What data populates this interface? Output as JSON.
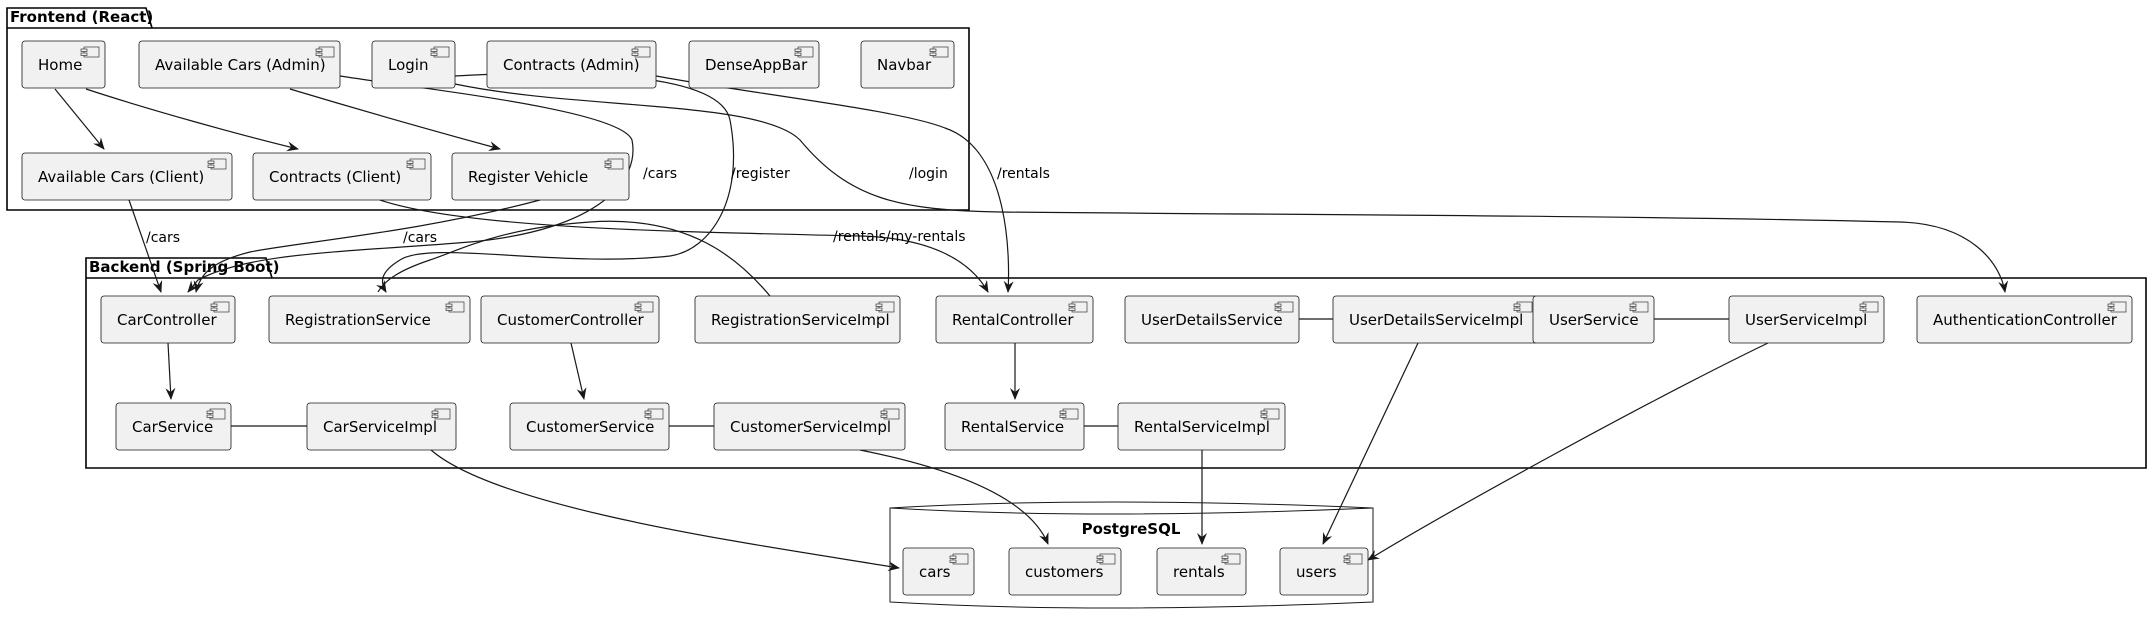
{
  "packages": {
    "frontend": {
      "title": "Frontend (React)"
    },
    "backend": {
      "title": "Backend (Spring Boot)"
    },
    "database": {
      "title": "PostgreSQL"
    }
  },
  "components": {
    "home": "Home",
    "available_cars_admin": "Available Cars (Admin)",
    "login": "Login",
    "contracts_admin": "Contracts (Admin)",
    "dense_app_bar": "DenseAppBar",
    "navbar": "Navbar",
    "available_cars_client": "Available Cars (Client)",
    "contracts_client": "Contracts (Client)",
    "register_vehicle": "Register Vehicle",
    "car_controller": "CarController",
    "registration_service": "RegistrationService",
    "customer_controller": "CustomerController",
    "registration_service_impl": "RegistrationServiceImpl",
    "rental_controller": "RentalController",
    "user_details_service": "UserDetailsService",
    "user_details_service_impl": "UserDetailsServiceImpl",
    "user_service": "UserService",
    "user_service_impl": "UserServiceImpl",
    "authentication_controller": "AuthenticationController",
    "car_service": "CarService",
    "car_service_impl": "CarServiceImpl",
    "customer_service": "CustomerService",
    "customer_service_impl": "CustomerServiceImpl",
    "rental_service": "RentalService",
    "rental_service_impl": "RentalServiceImpl",
    "cars": "cars",
    "customers": "customers",
    "rentals": "rentals",
    "users": "users"
  },
  "edge_labels": {
    "client_cars": "/cars",
    "register_cars": "/cars",
    "admin_cars": "/cars",
    "register": "/register",
    "login": "/login",
    "rentals": "/rentals",
    "my_rentals": "/rentals/my-rentals"
  }
}
